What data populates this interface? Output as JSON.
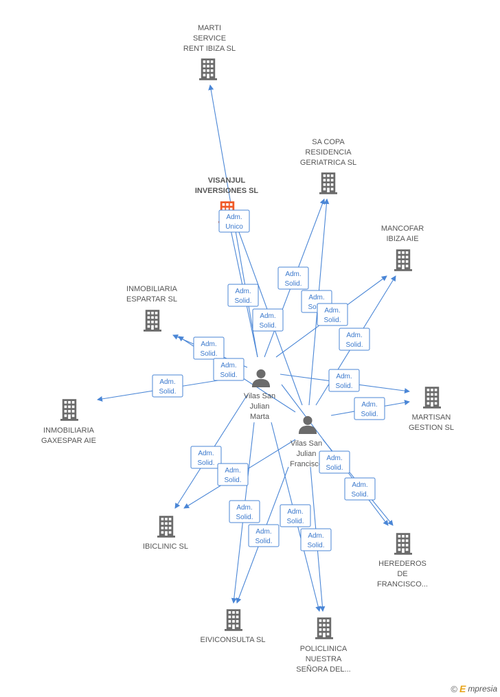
{
  "colors": {
    "edge": "#4a86d6",
    "edge_text": "#3a78cc",
    "company_icon": "#6b6b6b",
    "main_company_icon": "#f05a28",
    "person_icon": "#6b6b6b",
    "label_text": "#555555"
  },
  "nodes": [
    {
      "id": "marti",
      "type": "company",
      "lines": [
        "MARTI",
        "SERVICE",
        "RENT IBIZA SL"
      ],
      "icon": "building-icon"
    },
    {
      "id": "sacopa",
      "type": "company",
      "lines": [
        "SA COPA",
        "RESIDENCIA",
        "GERIATRICA SL"
      ],
      "icon": "building-icon"
    },
    {
      "id": "visanjul",
      "type": "main-company",
      "lines": [
        "VISANJUL",
        "INVERSIONES SL"
      ],
      "icon": "building-icon"
    },
    {
      "id": "mancofar",
      "type": "company",
      "lines": [
        "MANCOFAR",
        "IBIZA AIE"
      ],
      "icon": "building-icon"
    },
    {
      "id": "espartar",
      "type": "company",
      "lines": [
        "INMOBILIARIA",
        "ESPARTAR SL"
      ],
      "icon": "building-icon"
    },
    {
      "id": "gaxespar",
      "type": "company",
      "lines": [
        "INMOBILIARIA",
        "GAXESPAR AIE"
      ],
      "icon": "building-icon"
    },
    {
      "id": "martisan",
      "type": "company",
      "lines": [
        "MARTISAN",
        "GESTION SL"
      ],
      "icon": "building-icon"
    },
    {
      "id": "ibiclinic",
      "type": "company",
      "lines": [
        "IBICLINIC SL"
      ],
      "icon": "building-icon"
    },
    {
      "id": "herederos",
      "type": "company",
      "lines": [
        "HEREDEROS",
        "DE",
        "FRANCISCO..."
      ],
      "icon": "building-icon"
    },
    {
      "id": "eiviconsulta",
      "type": "company",
      "lines": [
        "EIVICONSULTA SL"
      ],
      "icon": "building-icon"
    },
    {
      "id": "policlinica",
      "type": "company",
      "lines": [
        "POLICLINICA",
        "NUESTRA",
        "SEÑORA DEL..."
      ],
      "icon": "building-icon"
    },
    {
      "id": "marta",
      "type": "person",
      "lines": [
        "Vilas San",
        "Julian",
        "Marta"
      ],
      "icon": "person-icon"
    },
    {
      "id": "francisco",
      "type": "person",
      "lines": [
        "Vilas San",
        "Julian",
        "Francisco"
      ],
      "icon": "person-icon"
    }
  ],
  "edge_labels": [
    {
      "id": "l1",
      "lines": [
        "Adm.",
        "Unico"
      ]
    },
    {
      "id": "l2",
      "lines": [
        "Adm.",
        "Solid."
      ]
    },
    {
      "id": "l3",
      "lines": [
        "Adm.",
        "Solid."
      ]
    },
    {
      "id": "l4",
      "lines": [
        "Adm.",
        "Solid."
      ]
    },
    {
      "id": "l5",
      "lines": [
        "Adm.",
        "Solid."
      ]
    },
    {
      "id": "l6",
      "lines": [
        "Adm.",
        "Solid."
      ]
    },
    {
      "id": "l7",
      "lines": [
        "Adm.",
        "Solid."
      ]
    },
    {
      "id": "l8",
      "lines": [
        "Adm.",
        "Solid."
      ]
    },
    {
      "id": "l9",
      "lines": [
        "Adm.",
        "Solid."
      ]
    },
    {
      "id": "l10",
      "lines": [
        "Adm.",
        "Solid."
      ]
    },
    {
      "id": "l11",
      "lines": [
        "Adm.",
        "Solid."
      ]
    },
    {
      "id": "l12",
      "lines": [
        "Adm.",
        "Solid."
      ]
    },
    {
      "id": "l13",
      "lines": [
        "Adm.",
        "Solid."
      ]
    },
    {
      "id": "l14",
      "lines": [
        "Adm.",
        "Solid."
      ]
    },
    {
      "id": "l15",
      "lines": [
        "Adm.",
        "Solid."
      ]
    },
    {
      "id": "l16",
      "lines": [
        "Adm.",
        "Solid."
      ]
    },
    {
      "id": "l17",
      "lines": [
        "Adm.",
        "Solid."
      ]
    },
    {
      "id": "l18",
      "lines": [
        "Adm.",
        "Solid."
      ]
    },
    {
      "id": "l19",
      "lines": [
        "Adm.",
        "Solid."
      ]
    },
    {
      "id": "l20",
      "lines": [
        "Adm.",
        "Solid."
      ]
    },
    {
      "id": "l21",
      "lines": [
        "Adm.",
        "Solid."
      ]
    }
  ],
  "brand": {
    "copyright": "©",
    "e": "E",
    "rest": "mpresia"
  }
}
